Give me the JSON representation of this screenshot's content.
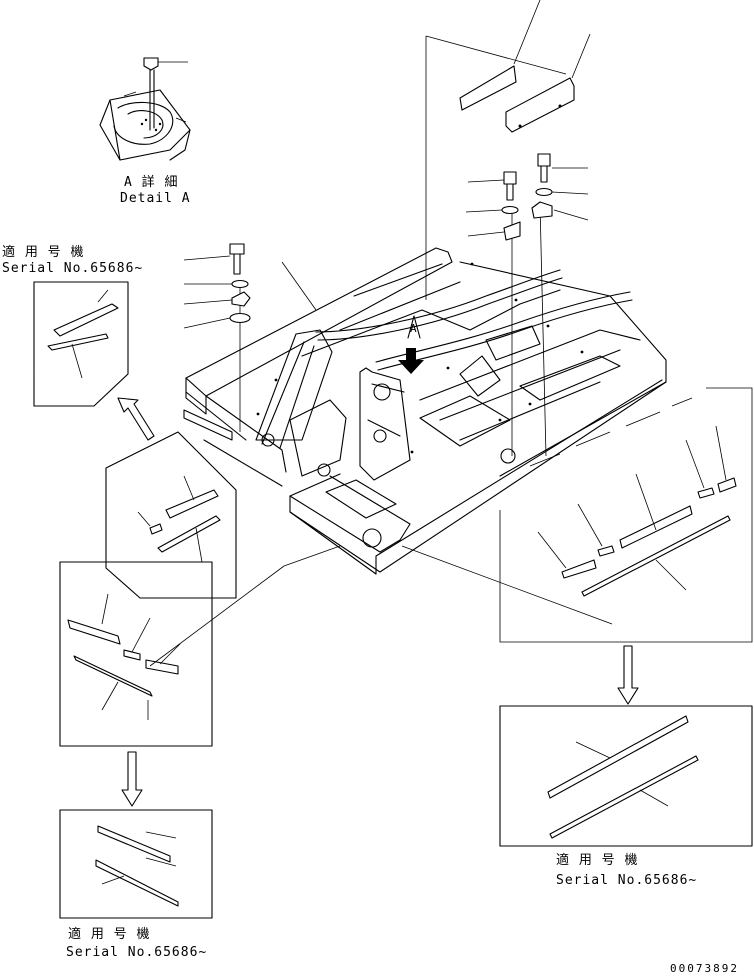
{
  "detail": {
    "label_jp": "A 詳 細",
    "label_en": "Detail A"
  },
  "serial_notes": {
    "upper_left": {
      "jp": "適 用 号 機",
      "en": "Serial No.65686~"
    },
    "bottom_left": {
      "jp": "適 用 号 機",
      "en": "Serial No.65686~"
    },
    "bottom_right": {
      "jp": "適 用 号 機",
      "en": "Serial No.65686~"
    }
  },
  "view_marker": "A",
  "drawing_number": "00073892",
  "colors": {
    "ink": "#000000",
    "paper": "#ffffff"
  }
}
